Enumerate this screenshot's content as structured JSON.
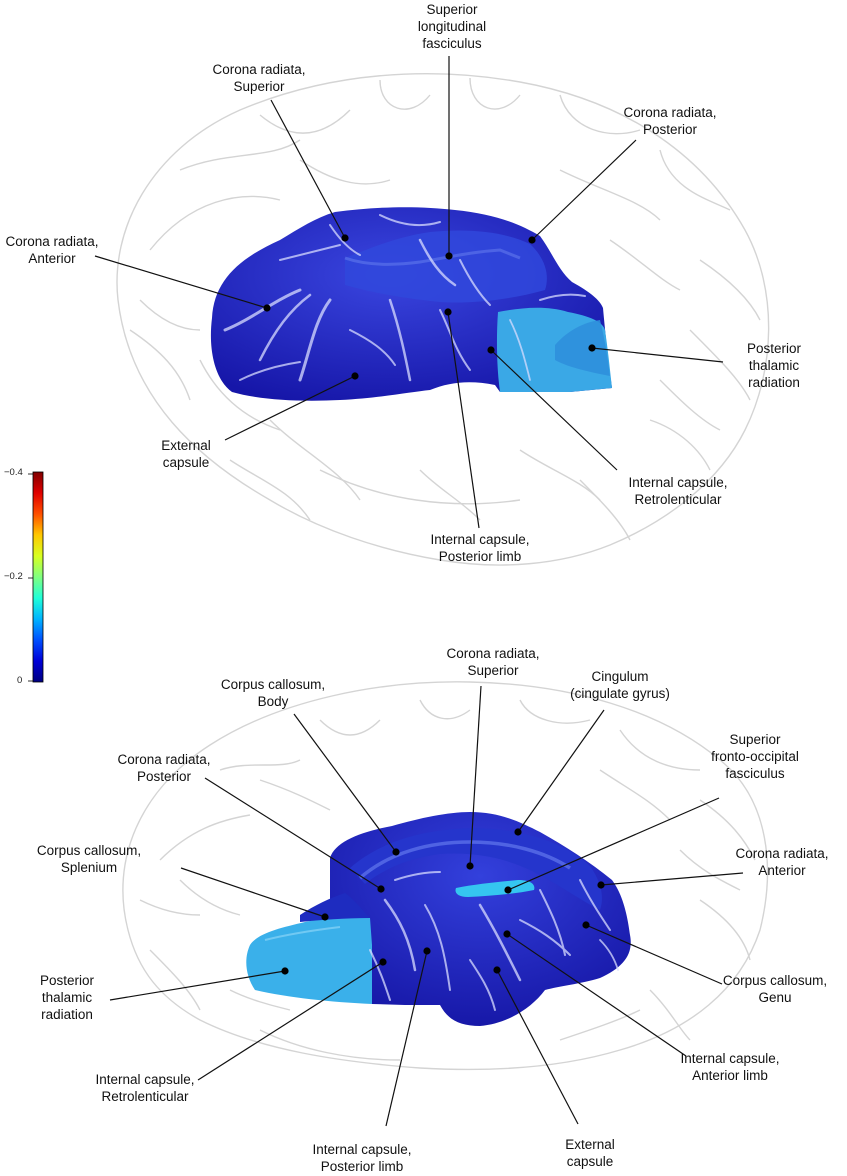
{
  "colorbar": {
    "ticks": [
      "−0.4",
      "−0.2",
      "0"
    ],
    "stops": [
      "#000080",
      "#0000d8",
      "#0050ff",
      "#00b4ff",
      "#20ffd8",
      "#80ff80",
      "#d8ff20",
      "#ffc800",
      "#ff5000",
      "#e00000",
      "#800000"
    ]
  },
  "colors": {
    "outline": "#d6d6d6",
    "dark_blue": "#1a1ab8",
    "blue": "#2535cc",
    "mid_blue": "#3050dd",
    "light_blue": "#2f9fe0",
    "cyan": "#40b8ea"
  },
  "top_view": {
    "labels": [
      {
        "line1": "Superior",
        "line2": "longitudinal",
        "line3": "fasciculus"
      },
      {
        "line1": "Corona radiata,",
        "line2": "Superior"
      },
      {
        "line1": "Corona radiata,",
        "line2": "Posterior"
      },
      {
        "line1": "Corona radiata,",
        "line2": "Anterior"
      },
      {
        "line1": "Posterior",
        "line2": "thalamic",
        "line3": "radiation"
      },
      {
        "line1": "External",
        "line2": "capsule"
      },
      {
        "line1": "Internal capsule,",
        "line2": "Retrolenticular"
      },
      {
        "line1": "Internal capsule,",
        "line2": "Posterior limb"
      }
    ]
  },
  "bottom_view": {
    "labels": [
      {
        "line1": "Corona radiata,",
        "line2": "Superior"
      },
      {
        "line1": "Cingulum",
        "line2": "(cingulate gyrus)"
      },
      {
        "line1": "Corpus callosum,",
        "line2": "Body"
      },
      {
        "line1": "Superior",
        "line2": "fronto-occipital",
        "line3": "fasciculus"
      },
      {
        "line1": "Corona radiata,",
        "line2": "Posterior"
      },
      {
        "line1": "Corona radiata,",
        "line2": "Anterior"
      },
      {
        "line1": "Corpus callosum,",
        "line2": "Splenium"
      },
      {
        "line1": "Corpus callosum,",
        "line2": "Genu"
      },
      {
        "line1": "Posterior",
        "line2": "thalamic",
        "line3": "radiation"
      },
      {
        "line1": "Internal capsule,",
        "line2": "Anterior limb"
      },
      {
        "line1": "Internal capsule,",
        "line2": "Retrolenticular"
      },
      {
        "line1": "External",
        "line2": "capsule"
      },
      {
        "line1": "Internal capsule,",
        "line2": "Posterior limb"
      }
    ]
  }
}
